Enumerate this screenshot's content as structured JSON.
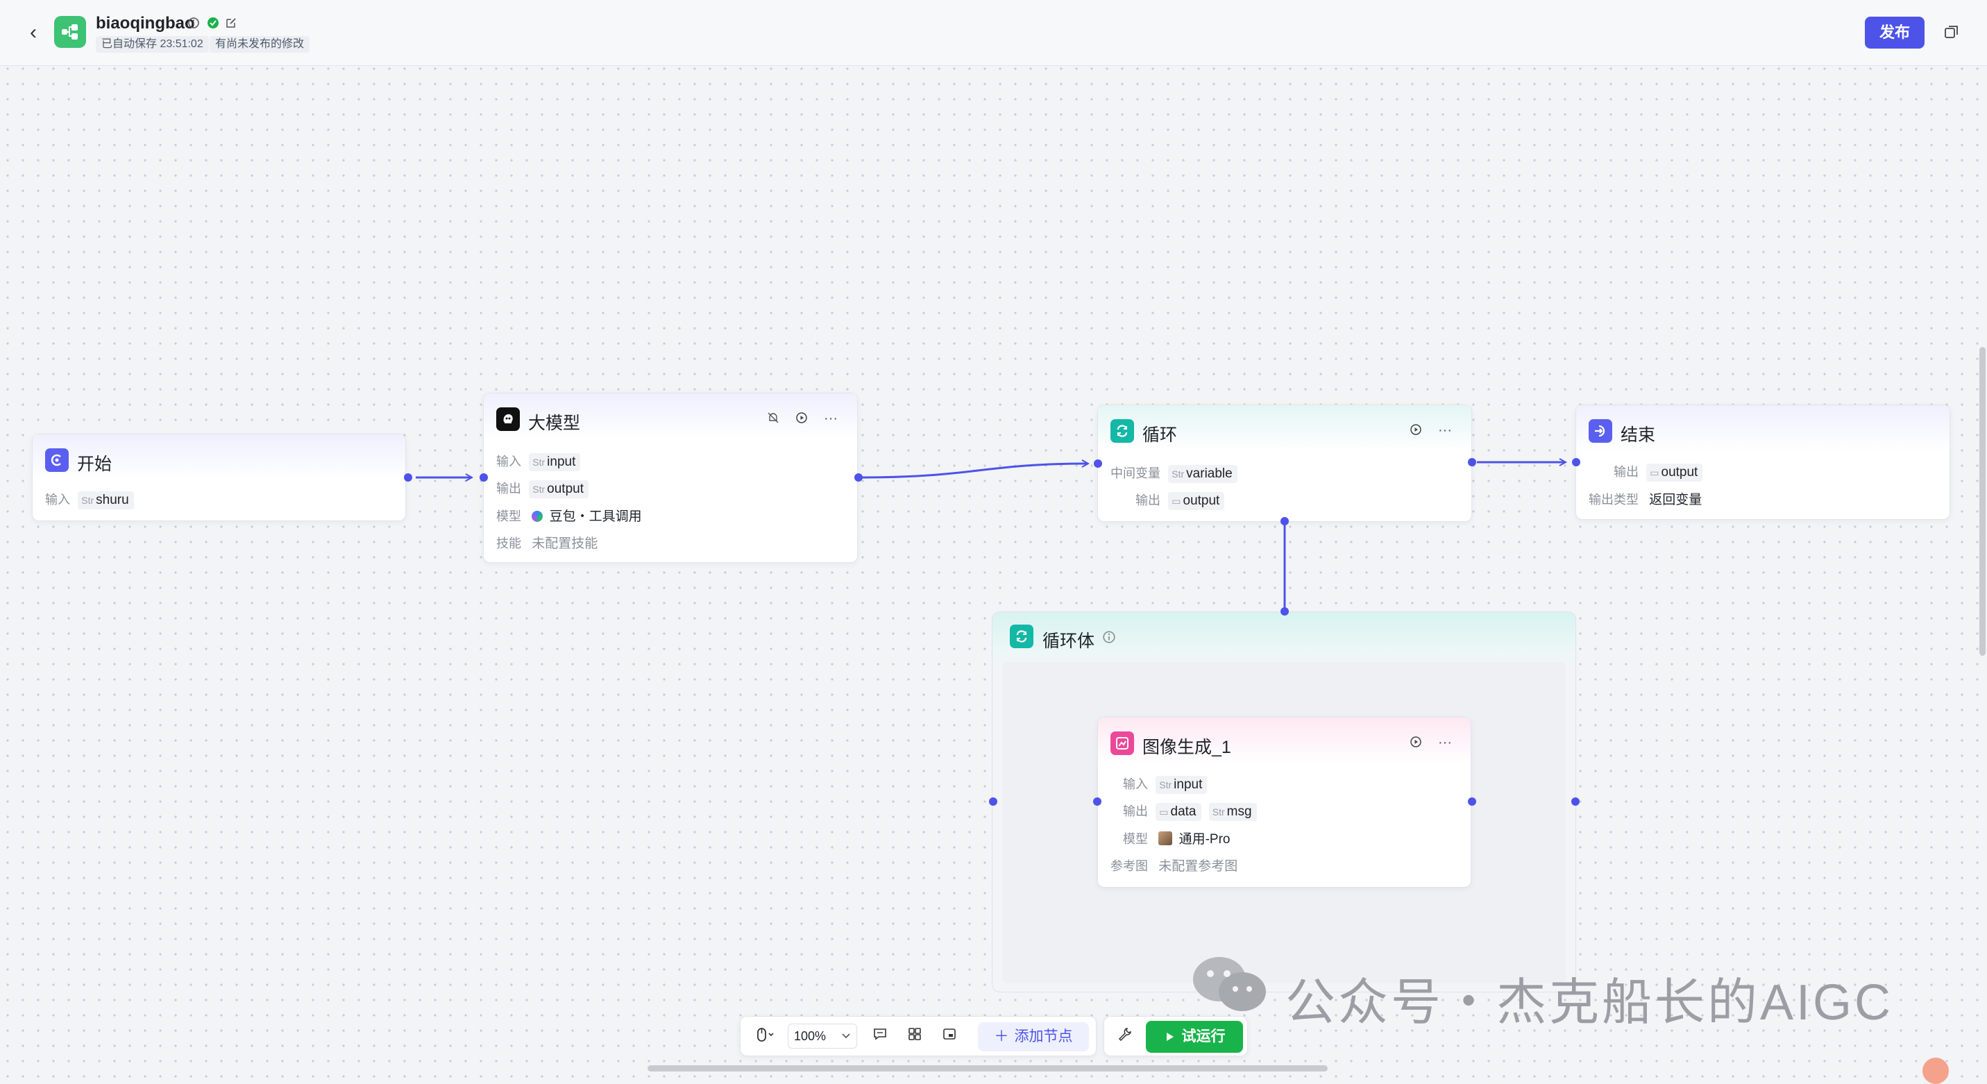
{
  "header": {
    "back_icon": "chevron-left-icon",
    "app_name": "biaoqingbao",
    "autosave": "已自动保存 23:51:02",
    "unpublished": "有尚未发布的修改",
    "publish_label": "发布"
  },
  "nodes": {
    "start": {
      "title": "开始",
      "input_label": "输入",
      "input_type": "Str",
      "input_value": "shuru"
    },
    "llm": {
      "title": "大模型",
      "input_label": "输入",
      "input_type": "Str",
      "input_value": "input",
      "output_label": "输出",
      "output_type": "Str",
      "output_value": "output",
      "model_label": "模型",
      "model_value": "豆包・工具调用",
      "skill_label": "技能",
      "skill_value": "未配置技能"
    },
    "loop": {
      "title": "循环",
      "mid_label": "中间变量",
      "mid_type": "Str",
      "mid_value": "variable",
      "output_label": "输出",
      "output_value": "output"
    },
    "end": {
      "title": "结束",
      "output_label": "输出",
      "output_value": "output",
      "output_type_label": "输出类型",
      "output_type_value": "返回变量"
    },
    "loop_body": {
      "title": "循环体"
    },
    "image_gen": {
      "title": "图像生成_1",
      "input_label": "输入",
      "input_type": "Str",
      "input_value": "input",
      "output_label": "输出",
      "output_value_1": "data",
      "output_type_2": "Str",
      "output_value_2": "msg",
      "model_label": "模型",
      "model_value": "通用-Pro",
      "ref_label": "参考图",
      "ref_value": "未配置参考图"
    }
  },
  "toolbar": {
    "zoom": "100%",
    "add_node": "添加节点",
    "test_run": "试运行"
  },
  "watermark": "公众号・杰克船长的AIGC",
  "colors": {
    "accent": "#4d53e8",
    "run_green": "#19b34b",
    "loop_teal": "#14b8a6",
    "image_pink": "#ec4899"
  }
}
